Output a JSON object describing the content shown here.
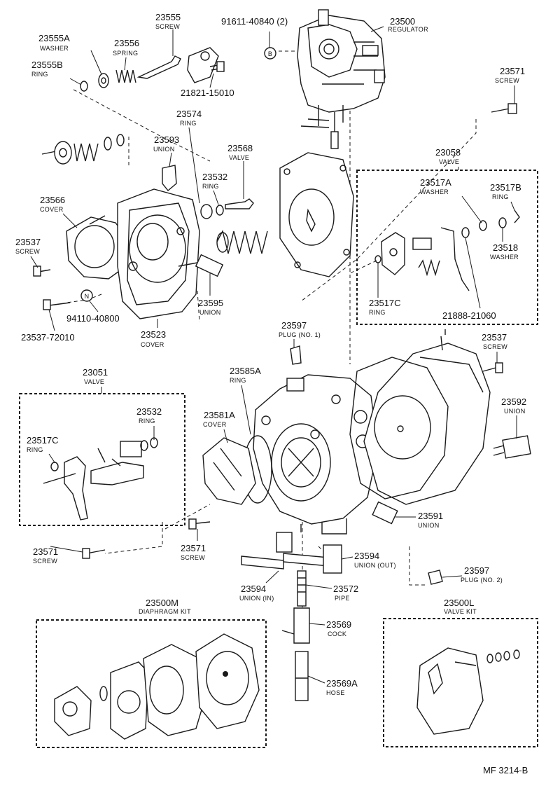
{
  "drawing_code": "MF 3214-B",
  "parts": [
    {
      "key": "p23555",
      "number": "23555",
      "name": "SCREW"
    },
    {
      "key": "p91611",
      "number": "91611-40840 (2)",
      "name": ""
    },
    {
      "key": "p23500",
      "number": "23500",
      "name": "REGULATOR"
    },
    {
      "key": "p23555a",
      "number": "23555A",
      "name": "WASHER"
    },
    {
      "key": "p23556",
      "number": "23556",
      "name": "SPRING"
    },
    {
      "key": "p23555b",
      "number": "23555B",
      "name": "RING"
    },
    {
      "key": "p21821",
      "number": "21821-15010",
      "name": ""
    },
    {
      "key": "p23571a",
      "number": "23571",
      "name": "SCREW"
    },
    {
      "key": "p23574",
      "number": "23574",
      "name": "RING"
    },
    {
      "key": "p23593",
      "number": "23593",
      "name": "UNION"
    },
    {
      "key": "p23568",
      "number": "23568",
      "name": "VALVE"
    },
    {
      "key": "p23058",
      "number": "23058",
      "name": "VALVE"
    },
    {
      "key": "p23532a",
      "number": "23532",
      "name": "RING"
    },
    {
      "key": "p23517a",
      "number": "23517A",
      "name": "WASHER"
    },
    {
      "key": "p23517b",
      "number": "23517B",
      "name": "RING"
    },
    {
      "key": "p23566",
      "number": "23566",
      "name": "COVER"
    },
    {
      "key": "p23518",
      "number": "23518",
      "name": "WASHER"
    },
    {
      "key": "p23537a",
      "number": "23537",
      "name": "SCREW"
    },
    {
      "key": "p23595",
      "number": "23595",
      "name": "UNION"
    },
    {
      "key": "p23517c_a",
      "number": "23517C",
      "name": "RING"
    },
    {
      "key": "p21888",
      "number": "21888-21060",
      "name": ""
    },
    {
      "key": "p94110",
      "number": "94110-40800",
      "name": ""
    },
    {
      "key": "p23537_72010",
      "number": "23537-72010",
      "name": ""
    },
    {
      "key": "p23523",
      "number": "23523",
      "name": "COVER"
    },
    {
      "key": "p23597a",
      "number": "23597",
      "name": "PLUG (NO. 1)"
    },
    {
      "key": "p23537b",
      "number": "23537",
      "name": "SCREW"
    },
    {
      "key": "p23051",
      "number": "23051",
      "name": "VALVE"
    },
    {
      "key": "p23585a",
      "number": "23585A",
      "name": "RING"
    },
    {
      "key": "p23581a",
      "number": "23581A",
      "name": "COVER"
    },
    {
      "key": "p23532b",
      "number": "23532",
      "name": "RING"
    },
    {
      "key": "p23592",
      "number": "23592",
      "name": "UNION"
    },
    {
      "key": "p23517c_b",
      "number": "23517C",
      "name": "RING"
    },
    {
      "key": "p23591",
      "number": "23591",
      "name": "UNION"
    },
    {
      "key": "p23571b",
      "number": "23571",
      "name": "SCREW"
    },
    {
      "key": "p23571c",
      "number": "23571",
      "name": "SCREW"
    },
    {
      "key": "p23594a",
      "number": "23594",
      "name": "UNION (OUT)"
    },
    {
      "key": "p23597b",
      "number": "23597",
      "name": "PLUG (NO. 2)"
    },
    {
      "key": "p23594b",
      "number": "23594",
      "name": "UNION (IN)"
    },
    {
      "key": "p23572",
      "number": "23572",
      "name": "PIPE"
    },
    {
      "key": "p23500m",
      "number": "23500M",
      "name": "DIAPHRAGM KIT"
    },
    {
      "key": "p23500l",
      "number": "23500L",
      "name": "VALVE KIT"
    },
    {
      "key": "p23569",
      "number": "23569",
      "name": "COCK"
    },
    {
      "key": "p23569a",
      "number": "23569A",
      "name": "HOSE"
    }
  ],
  "markers": {
    "b": "B",
    "n": "N"
  }
}
